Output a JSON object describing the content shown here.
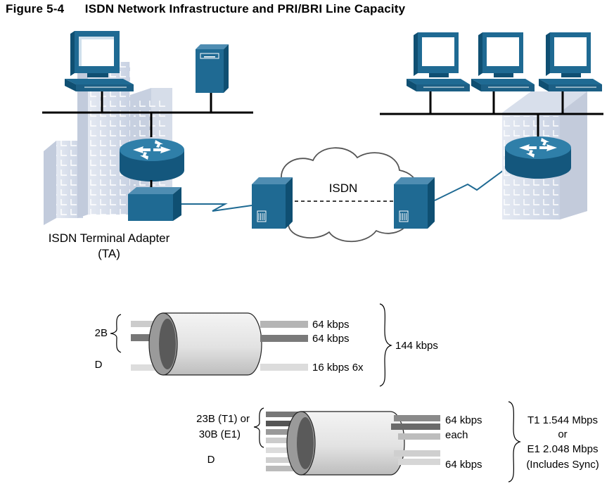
{
  "figure": {
    "number": "Figure 5-4",
    "title": "ISDN Network Infrastructure and PRI/BRI Line Capacity"
  },
  "network": {
    "terminal_adapter_label_line1": "ISDN Terminal Adapter",
    "terminal_adapter_label_line2": "(TA)",
    "cloud_label": "ISDN"
  },
  "bri": {
    "channel_group_label": "2B",
    "d_label": "D",
    "b1_rate": "64 kbps",
    "b2_rate": "64 kbps",
    "d_rate": "16 kbps 6x",
    "total": "144 kbps"
  },
  "pri": {
    "channel_group_line1": "23B (T1) or",
    "channel_group_line2": "30B (E1)",
    "d_label": "D",
    "b_rate_line1": "64 kbps",
    "b_rate_line2": "each",
    "d_rate": "64 kbps",
    "total_line1": "T1 1.544 Mbps",
    "total_line2": "or",
    "total_line3": "E1 2.048 Mbps",
    "total_line4": "(Includes Sync)"
  },
  "colors": {
    "device_blue": "#1f6a93",
    "building_light": "#cdd6e6",
    "dark_wire": "#777777",
    "light_wire": "#cccccc"
  }
}
